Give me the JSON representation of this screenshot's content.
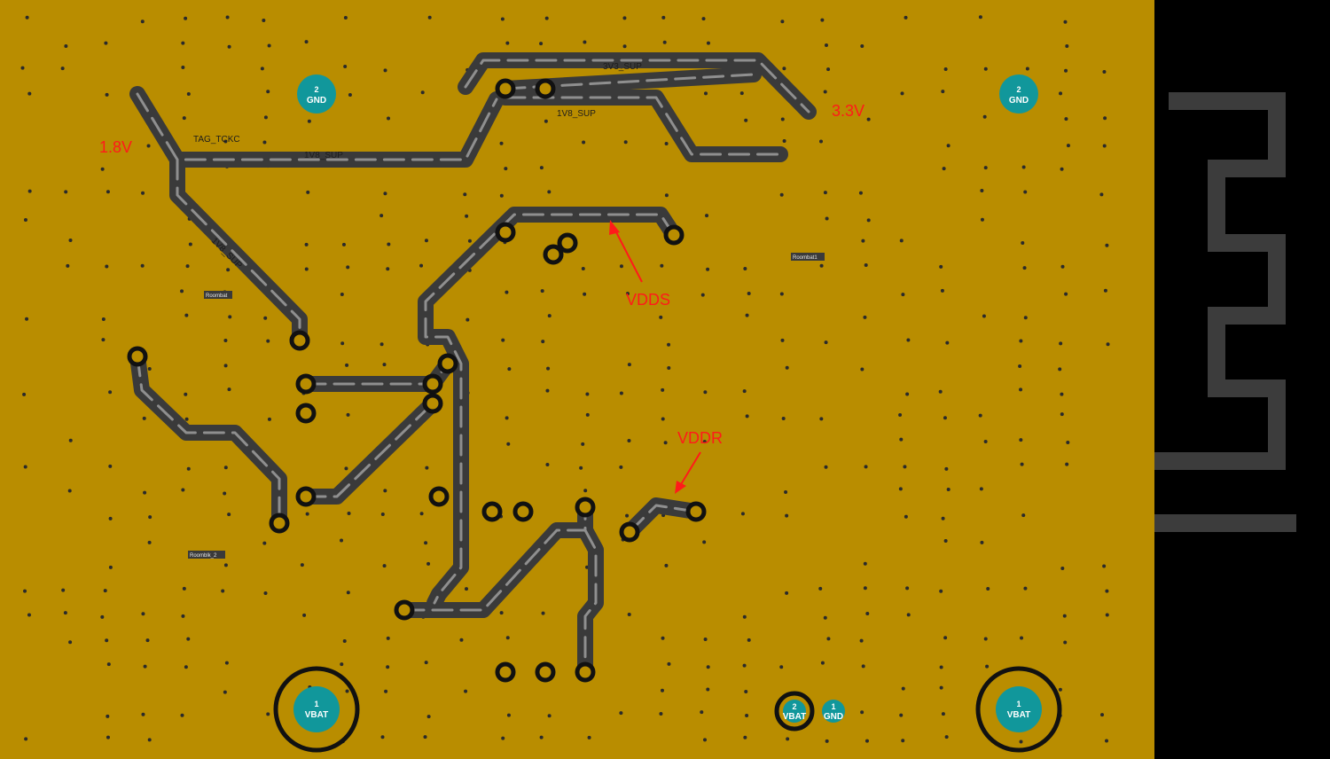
{
  "colors": {
    "copper": "#b98d00",
    "trace": "#3a3a3a",
    "trace_dash": "#8f8f8f",
    "teal_pad": "#11979b",
    "annotation": "#ff1a1a",
    "keepout": "#000000",
    "antenna": "#3c3c3c"
  },
  "annotations": {
    "v18": "1.8V",
    "v33": "3.3V",
    "vdds": "VDDS",
    "vddr": "VDDR"
  },
  "nets": {
    "n3v3_top": "3V3_SUP",
    "n1v8_mid": "1V8_SUP",
    "n1v8_left": "1V8_SUP",
    "n1v8_diag": "1V8_SUP",
    "jtag": "TAG_TCKC"
  },
  "pads": {
    "gnd_left": {
      "num": "2",
      "label": "GND"
    },
    "gnd_right": {
      "num": "2",
      "label": "GND"
    },
    "vbat_left": {
      "num": "1",
      "label": "VBAT"
    },
    "vbat_right": {
      "num": "1",
      "label": "VBAT"
    },
    "vbat_small": {
      "num": "2",
      "label": "VBAT"
    },
    "gnd_small": {
      "num": "1",
      "label": "GND"
    }
  },
  "refdes": {
    "r1": "Roombat",
    "r2": "Roombat1",
    "r3": "Roomblk_2"
  }
}
